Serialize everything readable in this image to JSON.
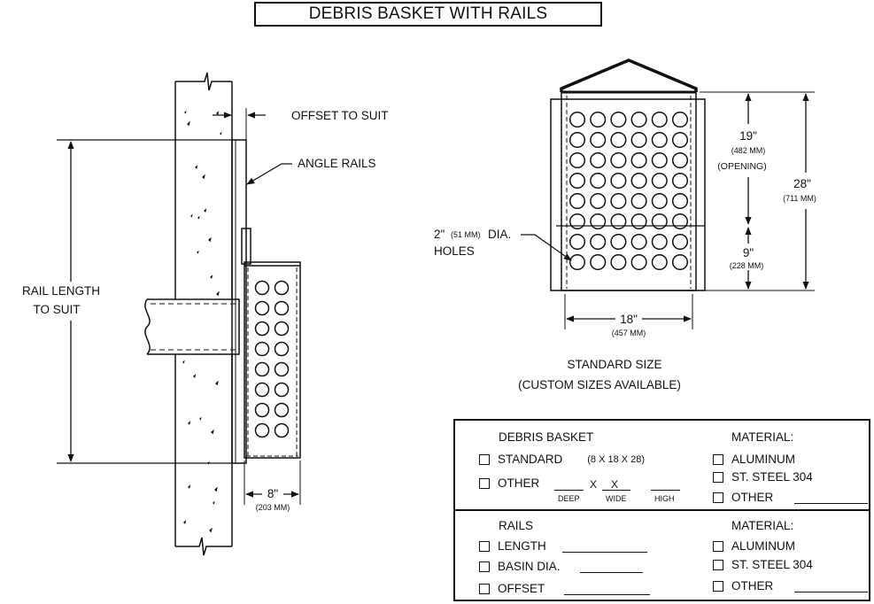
{
  "title": "DEBRIS BASKET WITH RAILS",
  "side_view": {
    "offset_label": "OFFSET TO SUIT",
    "angle_rails_label": "ANGLE RAILS",
    "rail_length_line1": "RAIL LENGTH",
    "rail_length_line2": "TO SUIT",
    "width_dim": "8\"",
    "width_dim_mm": "(203 MM)"
  },
  "front_view": {
    "holes_line1": "2\"",
    "holes_mm": "(51 MM)",
    "holes_line1b": "DIA.",
    "holes_line2": "HOLES",
    "opening_dim": "19\"",
    "opening_dim_mm": "(482 MM)",
    "opening_label": "(OPENING)",
    "lower_dim": "9\"",
    "lower_dim_mm": "(228 MM)",
    "height_dim": "28\"",
    "height_dim_mm": "(711 MM)",
    "width_dim": "18\"",
    "width_dim_mm": "(457 MM)",
    "caption_line1": "STANDARD SIZE",
    "caption_line2": "(CUSTOM SIZES AVAILABLE)"
  },
  "form": {
    "basket_heading": "DEBRIS BASKET",
    "standard": "STANDARD",
    "standard_size": "(8 X 18 X 28)",
    "other": "OTHER",
    "x1": "X",
    "x2": "X",
    "deep": "DEEP",
    "wide": "WIDE",
    "high": "HIGH",
    "material_heading_1": "MATERIAL:",
    "aluminum_1": "ALUMINUM",
    "steel_1": "ST. STEEL 304",
    "other_material_1": "OTHER",
    "rails_heading": "RAILS",
    "length": "LENGTH",
    "basin_dia": "BASIN DIA.",
    "offset": "OFFSET",
    "material_heading_2": "MATERIAL:",
    "aluminum_2": "ALUMINUM",
    "steel_2": "ST. STEEL 304",
    "other_material_2": "OTHER"
  }
}
